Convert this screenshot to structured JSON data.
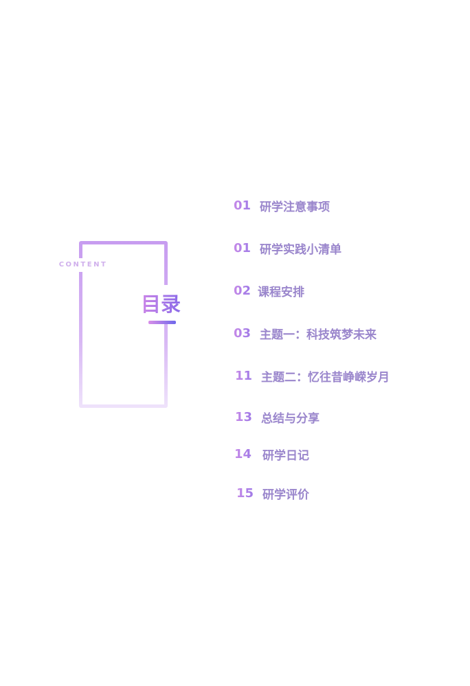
{
  "badge": "CONTENT",
  "title": "目录",
  "items": [
    {
      "num": "01",
      "label": "研学注意事项"
    },
    {
      "num": "01",
      "label": "研学实践小清单"
    },
    {
      "num": "02",
      "label": "课程安排"
    },
    {
      "num": "03",
      "label": "主题一：科技筑梦未来"
    },
    {
      "num": "11",
      "label": "主题二：忆往昔峥嵘岁月"
    },
    {
      "num": "13",
      "label": "总结与分享"
    },
    {
      "num": "14",
      "label": "研学日记"
    },
    {
      "num": "15",
      "label": "研学评价"
    }
  ]
}
